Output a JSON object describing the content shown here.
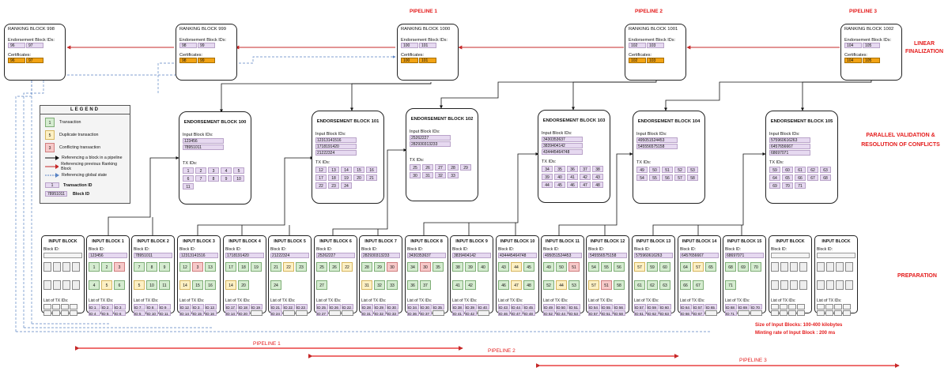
{
  "section_labels": {
    "linear": "LINEAR FINALIZATION",
    "parallel": "PARALLEL VALIDATION & RESOLUTION OF CONFLICTS",
    "preparation": "PREPARATION"
  },
  "pipeline_top": [
    "PIPELINE 1",
    "PIPELINE 2",
    "PIPELINE 3"
  ],
  "pipeline_bottom": [
    "PIPELINE 1",
    "PIPELINE 2",
    "PIPELINE 3"
  ],
  "notes": [
    "Size of Input Blocks: 100-400 kilobytes",
    "Minting rate of Input Block : 200 ms"
  ],
  "ranking_blocks": [
    {
      "title": "RANKING BLOCK 998",
      "endorse_label": "Endorsement Block IDs:",
      "ids": [
        "96",
        "97"
      ],
      "cert_label": "Certificates:",
      "certs": [
        "96",
        "97"
      ]
    },
    {
      "title": "RANKING BLOCK 999",
      "endorse_label": "Endorsement Block IDs:",
      "ids": [
        "98",
        "99"
      ],
      "cert_label": "Certificates:",
      "certs": [
        "98",
        "99"
      ]
    },
    {
      "title": "RANKING BLOCK 1000",
      "endorse_label": "Endorsement Block IDs:",
      "ids": [
        "100",
        "101"
      ],
      "cert_label": "Certificates:",
      "certs": [
        "100",
        "101"
      ]
    },
    {
      "title": "RANKING BLOCK 1001",
      "endorse_label": "Endorsement Block IDs:",
      "ids": [
        "102",
        "103"
      ],
      "cert_label": "Certificates:",
      "certs": [
        "102",
        "103"
      ]
    },
    {
      "title": "RANKING BLOCK 1002",
      "endorse_label": "Endorsement Block IDs:",
      "ids": [
        "104",
        "105"
      ],
      "cert_label": "Certificates:",
      "certs": [
        "104",
        "105"
      ]
    }
  ],
  "endorsement_blocks": [
    {
      "title": "ENDORSEMENT BLOCK 100",
      "input_label": "Input Block IDs:",
      "inputs": [
        "123456",
        "78951011"
      ],
      "tx_label": "TX IDs:",
      "txs": [
        "1",
        "2",
        "3",
        "4",
        "5",
        "6",
        "7",
        "8",
        "9",
        "10",
        "11"
      ]
    },
    {
      "title": "ENDORSEMENT BLOCK 101",
      "input_label": "Input Block IDs:",
      "inputs": [
        "12313141516",
        "1718191420",
        "21222324"
      ],
      "tx_label": "TX IDs:",
      "txs": [
        "12",
        "13",
        "14",
        "15",
        "16",
        "17",
        "18",
        "19",
        "20",
        "21",
        "22",
        "23",
        "24"
      ]
    },
    {
      "title": "ENDORSEMENT BLOCK 102",
      "input_label": "Input Block IDs:",
      "inputs": [
        "25262227",
        "282930313233"
      ],
      "tx_label": "TX IDs:",
      "txs": [
        "25",
        "26",
        "27",
        "28",
        "29",
        "30",
        "31",
        "32",
        "33"
      ]
    },
    {
      "title": "ENDORSEMENT BLOCK 103",
      "input_label": "Input Block IDs:",
      "inputs": [
        "3430353637",
        "3839404142",
        "434445464748"
      ],
      "tx_label": "TX IDs:",
      "txs": [
        "34",
        "35",
        "36",
        "37",
        "38",
        "39",
        "40",
        "41",
        "42",
        "43",
        "44",
        "45",
        "46",
        "47",
        "48"
      ]
    },
    {
      "title": "ENDORSEMENT BLOCK 104",
      "input_label": "Input Block IDs:",
      "inputs": [
        "495051524453",
        "545556575158"
      ],
      "tx_label": "TX IDs:",
      "txs": [
        "49",
        "50",
        "51",
        "52",
        "53",
        "54",
        "55",
        "56",
        "57",
        "58"
      ]
    },
    {
      "title": "ENDORSEMENT BLOCK 105",
      "input_label": "Input Block IDs:",
      "inputs": [
        "575960616263",
        "6457656667",
        "68697071"
      ],
      "tx_label": "TX IDs:",
      "txs": [
        "59",
        "60",
        "61",
        "62",
        "63",
        "64",
        "65",
        "66",
        "67",
        "68",
        "69",
        "70",
        "71"
      ]
    }
  ],
  "legend": {
    "title": "LEGEND",
    "items": [
      {
        "sym": "1",
        "label": "Transaction"
      },
      {
        "sym": "5",
        "label": "Duplicate transaction"
      },
      {
        "sym": "3",
        "label": "Conflicting transaction"
      }
    ],
    "lines": [
      "Referencing a block in a pipeline",
      "Referencing previous Ranking Block",
      "Referencing global state"
    ],
    "tx_id_sym": "1",
    "tx_id_label": "Transaction ID",
    "block_id_sym": "78951011",
    "block_id_label": "Block ID"
  },
  "input_blocks": [
    {
      "title": "INPUT BLOCK",
      "id": "",
      "cells": [],
      "list": []
    },
    {
      "title": "INPUT BLOCK 1",
      "id": "123456",
      "cells": [
        [
          "1",
          "g"
        ],
        [
          "2",
          "g"
        ],
        [
          "3",
          "r"
        ],
        [
          "4",
          "g"
        ],
        [
          "5",
          "y"
        ],
        [
          "6",
          "g"
        ]
      ],
      "list": [
        "ID 1",
        "ID 2",
        "ID 3",
        "ID 4",
        "ID 5",
        "ID 6"
      ]
    },
    {
      "title": "INPUT BLOCK 2",
      "id": "78951011",
      "cells": [
        [
          "7",
          "g"
        ],
        [
          "8",
          "g"
        ],
        [
          "9",
          "g"
        ],
        [
          "5",
          "y"
        ],
        [
          "10",
          "g"
        ],
        [
          "11",
          "g"
        ]
      ],
      "list": [
        "ID 7",
        "ID 8",
        "ID 9",
        "ID 5",
        "ID 10",
        "ID 11"
      ]
    },
    {
      "title": "INPUT BLOCK 3",
      "id": "12313141516",
      "cells": [
        [
          "12",
          "g"
        ],
        [
          "3",
          "r"
        ],
        [
          "13",
          "g"
        ],
        [
          "14",
          "y"
        ],
        [
          "15",
          "g"
        ],
        [
          "16",
          "g"
        ]
      ],
      "list": [
        "ID 12",
        "ID 3",
        "ID 13",
        "ID 14",
        "ID 15",
        "ID 16"
      ]
    },
    {
      "title": "INPUT BLOCK 4",
      "id": "1718191420",
      "cells": [
        [
          "17",
          "g"
        ],
        [
          "18",
          "g"
        ],
        [
          "19",
          "g"
        ],
        [
          "14",
          "y"
        ],
        [
          "20",
          "g"
        ]
      ],
      "list": [
        "ID 17",
        "ID 18",
        "ID 19",
        "ID 14",
        "ID 20",
        ""
      ]
    },
    {
      "title": "INPUT BLOCK 5",
      "id": "21222324",
      "cells": [
        [
          "21",
          "g"
        ],
        [
          "22",
          "y"
        ],
        [
          "23",
          "g"
        ],
        [
          "24",
          "g"
        ]
      ],
      "list": [
        "ID 21",
        "ID 22",
        "ID 23",
        "ID 24",
        "",
        ""
      ]
    },
    {
      "title": "INPUT BLOCK 6",
      "id": "25262227",
      "cells": [
        [
          "25",
          "g"
        ],
        [
          "26",
          "g"
        ],
        [
          "22",
          "y"
        ],
        [
          "27",
          "g"
        ]
      ],
      "list": [
        "ID 25",
        "ID 26",
        "ID 22",
        "ID 27",
        "",
        ""
      ]
    },
    {
      "title": "INPUT BLOCK 7",
      "id": "282930313233",
      "cells": [
        [
          "28",
          "g"
        ],
        [
          "29",
          "g"
        ],
        [
          "30",
          "r"
        ],
        [
          "31",
          "y"
        ],
        [
          "32",
          "g"
        ],
        [
          "33",
          "g"
        ]
      ],
      "list": [
        "ID 28",
        "ID 29",
        "ID 30",
        "ID 31",
        "ID 32",
        "ID 33"
      ]
    },
    {
      "title": "INPUT BLOCK 8",
      "id": "3430353637",
      "cells": [
        [
          "34",
          "g"
        ],
        [
          "30",
          "r"
        ],
        [
          "35",
          "g"
        ],
        [
          "36",
          "g"
        ],
        [
          "37",
          "g"
        ]
      ],
      "list": [
        "ID 34",
        "ID 30",
        "ID 35",
        "ID 36",
        "ID 37",
        ""
      ]
    },
    {
      "title": "INPUT BLOCK 9",
      "id": "3839404142",
      "cells": [
        [
          "38",
          "g"
        ],
        [
          "39",
          "g"
        ],
        [
          "40",
          "g"
        ],
        [
          "41",
          "g"
        ],
        [
          "42",
          "g"
        ]
      ],
      "list": [
        "ID 38",
        "ID 39",
        "ID 40",
        "ID 41",
        "ID 42",
        ""
      ]
    },
    {
      "title": "INPUT BLOCK 10",
      "id": "434445464748",
      "cells": [
        [
          "43",
          "g"
        ],
        [
          "44",
          "y"
        ],
        [
          "45",
          "g"
        ],
        [
          "46",
          "g"
        ],
        [
          "47",
          "y"
        ],
        [
          "48",
          "g"
        ]
      ],
      "list": [
        "ID 43",
        "ID 44",
        "ID 45",
        "ID 46",
        "ID 47",
        "ID 48"
      ]
    },
    {
      "title": "INPUT BLOCK 11",
      "id": "495051524453",
      "cells": [
        [
          "49",
          "g"
        ],
        [
          "50",
          "g"
        ],
        [
          "51",
          "r"
        ],
        [
          "52",
          "g"
        ],
        [
          "44",
          "y"
        ],
        [
          "53",
          "g"
        ]
      ],
      "list": [
        "ID 49",
        "ID 50",
        "ID 51",
        "ID 52",
        "ID 44",
        "ID 53"
      ]
    },
    {
      "title": "INPUT BLOCK 12",
      "id": "545556575158",
      "cells": [
        [
          "54",
          "g"
        ],
        [
          "55",
          "g"
        ],
        [
          "56",
          "g"
        ],
        [
          "57",
          "y"
        ],
        [
          "51",
          "r"
        ],
        [
          "58",
          "g"
        ]
      ],
      "list": [
        "ID 54",
        "ID 55",
        "ID 56",
        "ID 57",
        "ID 51",
        "ID 58"
      ]
    },
    {
      "title": "INPUT BLOCK 13",
      "id": "575960616263",
      "cells": [
        [
          "57",
          "y"
        ],
        [
          "59",
          "g"
        ],
        [
          "60",
          "g"
        ],
        [
          "61",
          "g"
        ],
        [
          "62",
          "g"
        ],
        [
          "63",
          "g"
        ]
      ],
      "list": [
        "ID 57",
        "ID 59",
        "ID 60",
        "ID 61",
        "ID 62",
        "ID 63"
      ]
    },
    {
      "title": "INPUT BLOCK 14",
      "id": "6457656667",
      "cells": [
        [
          "64",
          "g"
        ],
        [
          "57",
          "y"
        ],
        [
          "65",
          "g"
        ],
        [
          "66",
          "g"
        ],
        [
          "67",
          "g"
        ]
      ],
      "list": [
        "ID 64",
        "ID 57",
        "ID 65",
        "ID 66",
        "ID 67",
        ""
      ]
    },
    {
      "title": "INPUT BLOCK 15",
      "id": "68697071",
      "cells": [
        [
          "68",
          "g"
        ],
        [
          "69",
          "g"
        ],
        [
          "70",
          "g"
        ],
        [
          "71",
          "g"
        ]
      ],
      "list": [
        "ID 68",
        "ID 69",
        "ID 70",
        "ID 71",
        "",
        ""
      ]
    },
    {
      "title": "INPUT BLOCK",
      "id": "",
      "cells": [],
      "list": []
    },
    {
      "title": "INPUT BLOCK",
      "id": "",
      "cells": [],
      "list": []
    }
  ],
  "labels": {
    "block_id": "Block ID:",
    "list_tx": "List of TX IDs:"
  }
}
